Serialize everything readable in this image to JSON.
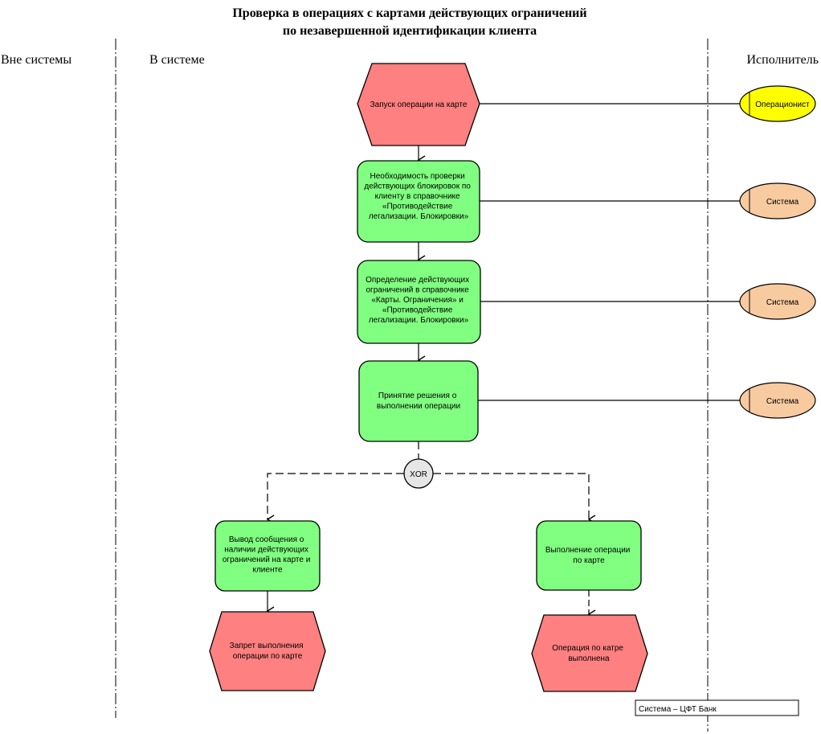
{
  "title": {
    "line1": "Проверка в операциях с картами действующих ограничений",
    "line2": "по незавершенной идентификации клиента"
  },
  "lanes": {
    "outside": "Вне системы",
    "inside": "В системе",
    "performer": "Исполнитель"
  },
  "colors": {
    "event": "#ff8080",
    "function": "#80ff80",
    "operator_role": "#ffff00",
    "system_role": "#f8caa0",
    "connector": "#e6e6e6",
    "stroke": "#000000"
  },
  "events": {
    "start": [
      "Запуск операции на карте"
    ],
    "deny": [
      "Запрет выполнения",
      "операции по карте"
    ],
    "done": [
      "Операция по катре",
      "выполнена"
    ]
  },
  "functions": {
    "f1": [
      "Необходимость проверки",
      "действующих блокировок по",
      "клиенту в справочнике",
      "«Противодействие",
      "легализации. Блокировки»"
    ],
    "f2": [
      "Определение действующих",
      "ограничений в справочнике",
      "«Карты. Ограничения» и",
      "«Противодействие",
      "легализации. Блокировки»"
    ],
    "f3": [
      "Принятие решения о",
      "выполнении операции"
    ],
    "f4": [
      "Вывод сообщения о",
      "наличии действующих",
      "ограничений на карте и",
      "клиенте"
    ],
    "f5": [
      "Выполнение операции",
      "по карте"
    ]
  },
  "connector": {
    "label": "XOR"
  },
  "roles": {
    "r1": "Операционист",
    "r2": "Система",
    "r3": "Система",
    "r4": "Система"
  },
  "system_box": {
    "label": "Система – ЦФТ Банк"
  }
}
